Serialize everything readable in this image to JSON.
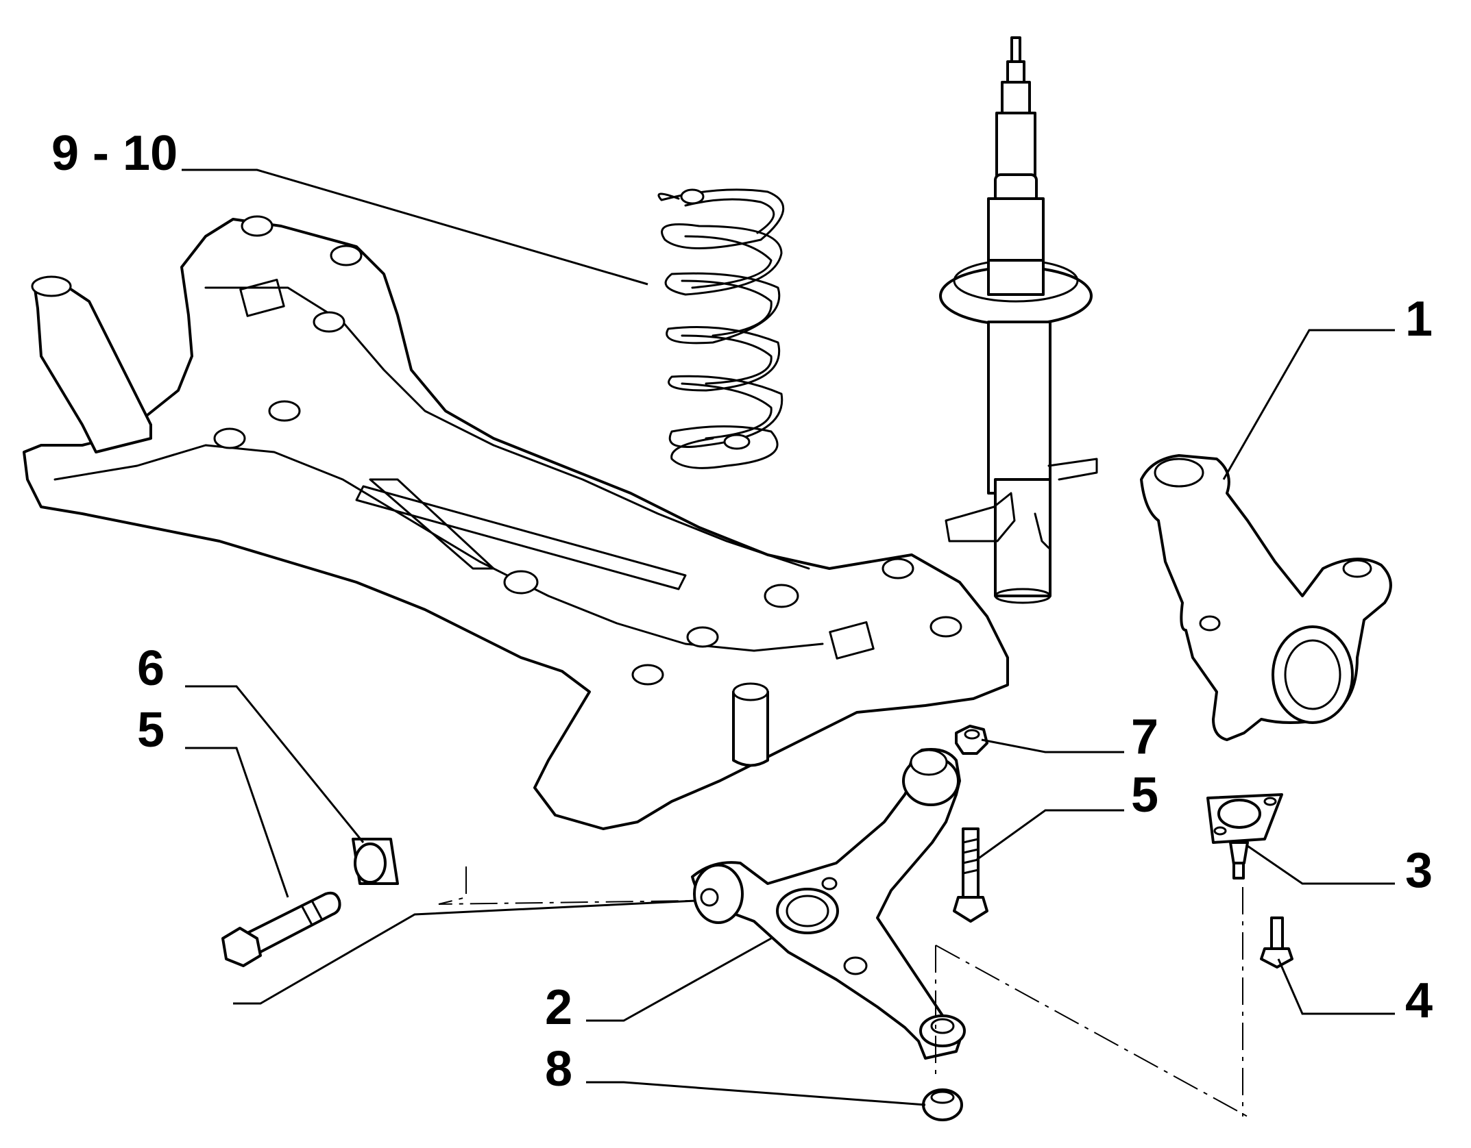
{
  "diagram": {
    "callouts": [
      {
        "id": "springs",
        "text": "9 - 10"
      },
      {
        "id": "knuckle",
        "text": "1"
      },
      {
        "id": "bushing",
        "text": "6"
      },
      {
        "id": "bolt-left",
        "text": "5"
      },
      {
        "id": "nut",
        "text": "7"
      },
      {
        "id": "bolt-center",
        "text": "5"
      },
      {
        "id": "ball-joint",
        "text": "3"
      },
      {
        "id": "screw",
        "text": "4"
      },
      {
        "id": "control-arm",
        "text": "2"
      },
      {
        "id": "washer",
        "text": "8"
      }
    ]
  }
}
